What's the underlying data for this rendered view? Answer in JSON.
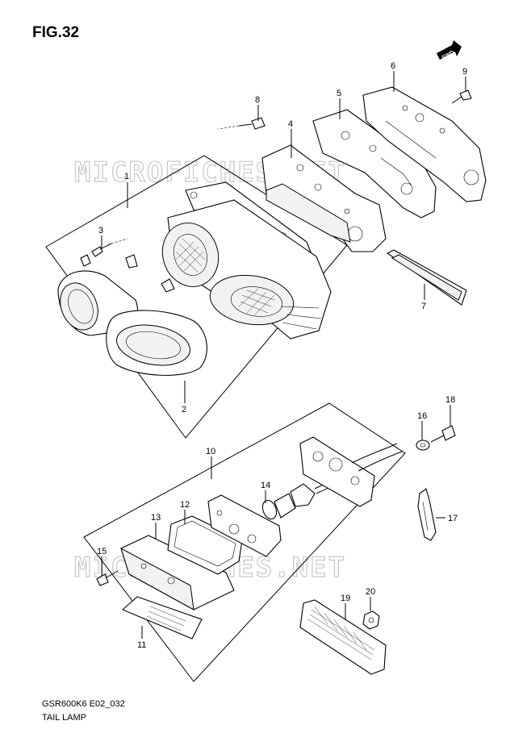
{
  "figure": {
    "title": "FIG.32",
    "model_code": "GSR600K6 E02_032",
    "caption": "TAIL LAMP",
    "watermark": "MICROFICHES.NET",
    "direction_badge": "FWD"
  },
  "callouts": [
    {
      "label": "1"
    },
    {
      "label": "2"
    },
    {
      "label": "3"
    },
    {
      "label": "4"
    },
    {
      "label": "5"
    },
    {
      "label": "6"
    },
    {
      "label": "7"
    },
    {
      "label": "8"
    },
    {
      "label": "9"
    },
    {
      "label": "10"
    },
    {
      "label": "11"
    },
    {
      "label": "12"
    },
    {
      "label": "13"
    },
    {
      "label": "14"
    },
    {
      "label": "15"
    },
    {
      "label": "16"
    },
    {
      "label": "17"
    },
    {
      "label": "18"
    },
    {
      "label": "19"
    },
    {
      "label": "20"
    }
  ]
}
